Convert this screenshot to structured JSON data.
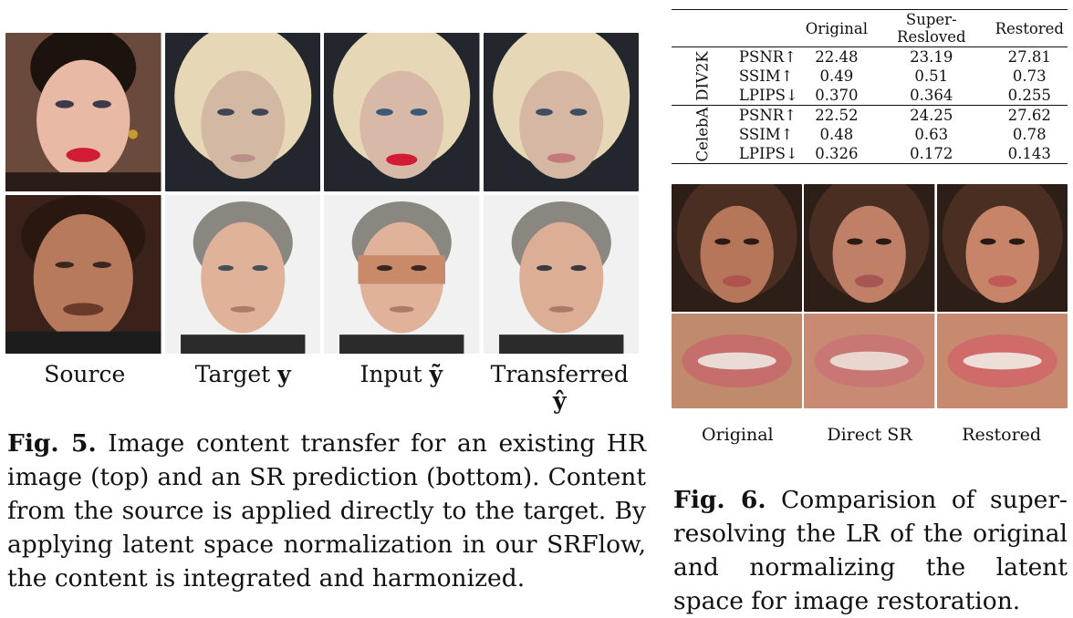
{
  "fig5": {
    "columns": [
      {
        "prefix": "Source",
        "symbol": ""
      },
      {
        "prefix": "Target ",
        "symbol": "y"
      },
      {
        "prefix": "Input ",
        "symbol": "ỹ"
      },
      {
        "prefix": "Transferred ",
        "symbol": "ŷ"
      }
    ],
    "caption_label": "Fig. 5.",
    "caption_text": " Image content transfer for an existing HR image (top) and an SR prediction (bottom). Content from the source is applied directly to the target. By applying latent space normalization in our SRFlow, the content is integrated and harmonized."
  },
  "fig6": {
    "table": {
      "headers": [
        "",
        "",
        "Original",
        "Super-Resloved",
        "Restored"
      ],
      "groups": [
        {
          "dataset": "DIV2K",
          "rows": [
            {
              "metric": "PSNR↑",
              "values": [
                "22.48",
                "23.19",
                "27.81"
              ]
            },
            {
              "metric": "SSIM↑",
              "values": [
                "0.49",
                "0.51",
                "0.73"
              ]
            },
            {
              "metric": "LPIPS↓",
              "values": [
                "0.370",
                "0.364",
                "0.255"
              ]
            }
          ]
        },
        {
          "dataset": "CelebA",
          "rows": [
            {
              "metric": "PSNR↑",
              "values": [
                "22.52",
                "24.25",
                "27.62"
              ]
            },
            {
              "metric": "SSIM↑",
              "values": [
                "0.48",
                "0.63",
                "0.78"
              ]
            },
            {
              "metric": "LPIPS↓",
              "values": [
                "0.326",
                "0.172",
                "0.143"
              ]
            }
          ]
        }
      ]
    },
    "columns": [
      "Original",
      "Direct SR",
      "Restored"
    ],
    "caption_label": "Fig. 6.",
    "caption_text": " Comparision of super-resolving the LR of the original and normalizing the latent space for image restoration."
  }
}
